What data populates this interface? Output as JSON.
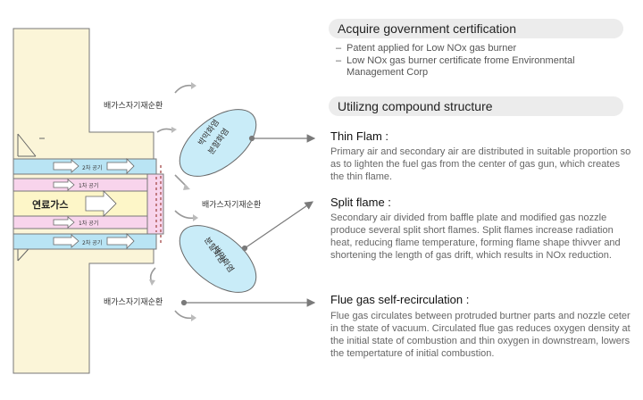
{
  "certification": {
    "heading": "Acquire government certification",
    "bullets": [
      "Patent applied for Low NOx gas burner",
      "Low NOx gas burner certificate frome Environmental Management Corp"
    ]
  },
  "compound": {
    "heading": "Utilizng compound structure"
  },
  "sections": [
    {
      "title": "Thin Flam :",
      "body": "Primary air and secondary air are distributed in suitable proportion so as to lighten the fuel gas from the center of gas gun, which creates the thin flame."
    },
    {
      "title": "Split flame :",
      "body": "Secondary air divided from baffle plate and modified gas nozzle produce several split short flames. Split flames increase radiation heat, reducing flame temperature, forming flame shape thivver and shortening the length of gas drift, which results in NOx reduction."
    },
    {
      "title": "Flue gas self-recirculation :",
      "body": "Flue gas circulates between protruded burtner parts and nozzle ceter in the state of vacuum. Circulated flue gas reduces oxygen density at the initial state of combustion and thin oxygen in downstream, lowers the tempertature of initial combustion."
    }
  ],
  "diagram": {
    "labels": {
      "recirc_top": "배가스자기재순환",
      "recirc_mid": "배가스자기재순환",
      "recirc_bottom": "배가스자기재순환",
      "secondary_air_top": "2차 공기",
      "primary_air_top": "1차 공기",
      "fuel_gas": "연료가스",
      "primary_air_bottom": "1차 공기",
      "secondary_air_bottom": "2차 공기",
      "flame_top_1": "박막화염",
      "flame_top_2": "분할화염",
      "flame_bottom_1": "분할화염",
      "flame_bottom_2": "박막화염"
    }
  },
  "colors": {
    "wall": "#fbf5d8",
    "air_band": "#b9e4f4",
    "fuel_band": "#f8d4ec",
    "fuel_center": "#fdf6c8",
    "flame": "#c9ecf8",
    "pointer": "#7a7a7a"
  }
}
